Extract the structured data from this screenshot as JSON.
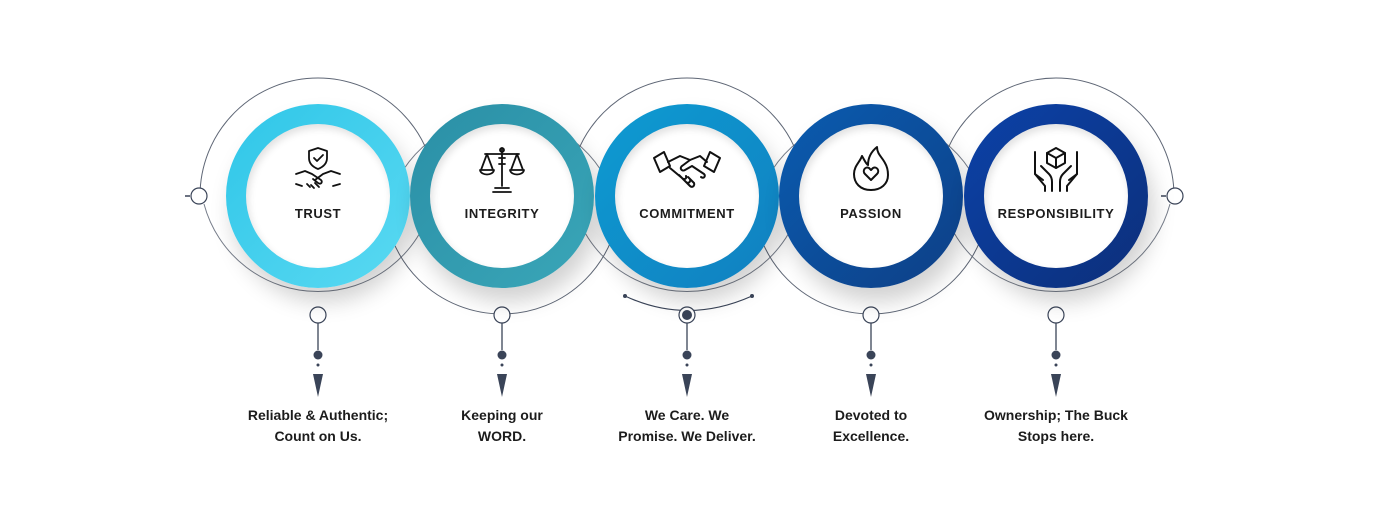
{
  "values": [
    {
      "label": "TRUST",
      "icon": "handshake-shield-icon",
      "description": [
        "Reliable & Authentic;",
        "Count on Us."
      ],
      "gradient": [
        "#2fc6e8",
        "#5ad9f2"
      ]
    },
    {
      "label": "INTEGRITY",
      "icon": "scales-of-justice-icon",
      "description": [
        "Keeping our",
        "WORD."
      ],
      "gradient": [
        "#2a8fa6",
        "#3aa6b8"
      ]
    },
    {
      "label": "COMMITMENT",
      "icon": "handshake-icon",
      "description": [
        "We Care. We",
        "Promise. We Deliver."
      ],
      "gradient": [
        "#0d9bd2",
        "#1180c0"
      ]
    },
    {
      "label": "PASSION",
      "icon": "flame-heart-icon",
      "description": [
        "Devoted to",
        "Excellence."
      ],
      "gradient": [
        "#0a5cb0",
        "#0e3f86"
      ]
    },
    {
      "label": "RESPONSIBILITY",
      "icon": "hands-holding-box-icon",
      "description": [
        "Ownership; The Buck",
        "Stops here."
      ],
      "gradient": [
        "#0b42a8",
        "#0d2f7a"
      ]
    }
  ],
  "colors": {
    "connector": "#3a4458",
    "outline": "#5e6675",
    "text": "#1c1c1c"
  }
}
